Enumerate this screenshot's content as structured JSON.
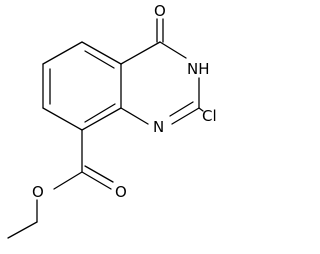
{
  "structure": {
    "atoms": {
      "oxygen_ketone": "O",
      "nh": "NH",
      "nitrogen": "N",
      "chlorine": "Cl",
      "oxygen_ester_carbonyl": "O",
      "oxygen_ester_ether": "O"
    }
  }
}
